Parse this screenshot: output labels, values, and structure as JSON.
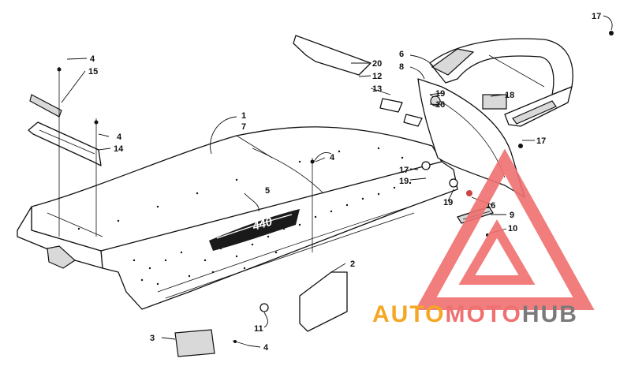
{
  "diagram": {
    "callouts": [
      {
        "id": "c1",
        "label": "1"
      },
      {
        "id": "c7",
        "label": "7"
      },
      {
        "id": "c2",
        "label": "2"
      },
      {
        "id": "c3",
        "label": "3"
      },
      {
        "id": "c4a",
        "label": "4"
      },
      {
        "id": "c4b",
        "label": "4"
      },
      {
        "id": "c4c",
        "label": "4"
      },
      {
        "id": "c4d",
        "label": "4"
      },
      {
        "id": "c5",
        "label": "5"
      },
      {
        "id": "c6",
        "label": "6"
      },
      {
        "id": "c8",
        "label": "8"
      },
      {
        "id": "c9",
        "label": "9"
      },
      {
        "id": "c10",
        "label": "10"
      },
      {
        "id": "c11",
        "label": "11"
      },
      {
        "id": "c12",
        "label": "12"
      },
      {
        "id": "c13",
        "label": "13"
      },
      {
        "id": "c14",
        "label": "14"
      },
      {
        "id": "c15",
        "label": "15"
      },
      {
        "id": "c16a",
        "label": "16"
      },
      {
        "id": "c16b",
        "label": "16"
      },
      {
        "id": "c17a",
        "label": "17"
      },
      {
        "id": "c17b",
        "label": "17"
      },
      {
        "id": "c17c",
        "label": "17"
      },
      {
        "id": "c18",
        "label": "18"
      },
      {
        "id": "c19a",
        "label": "19"
      },
      {
        "id": "c19b",
        "label": "19"
      },
      {
        "id": "c19c",
        "label": "19"
      },
      {
        "id": "c20",
        "label": "20"
      }
    ],
    "decal_text": "440"
  },
  "watermark": {
    "part1": "AUTO",
    "part2": "MOTO",
    "part3": "HUB",
    "color_orange": "#f5a623",
    "color_red": "#f07070",
    "color_grey": "#7a7a7a"
  }
}
